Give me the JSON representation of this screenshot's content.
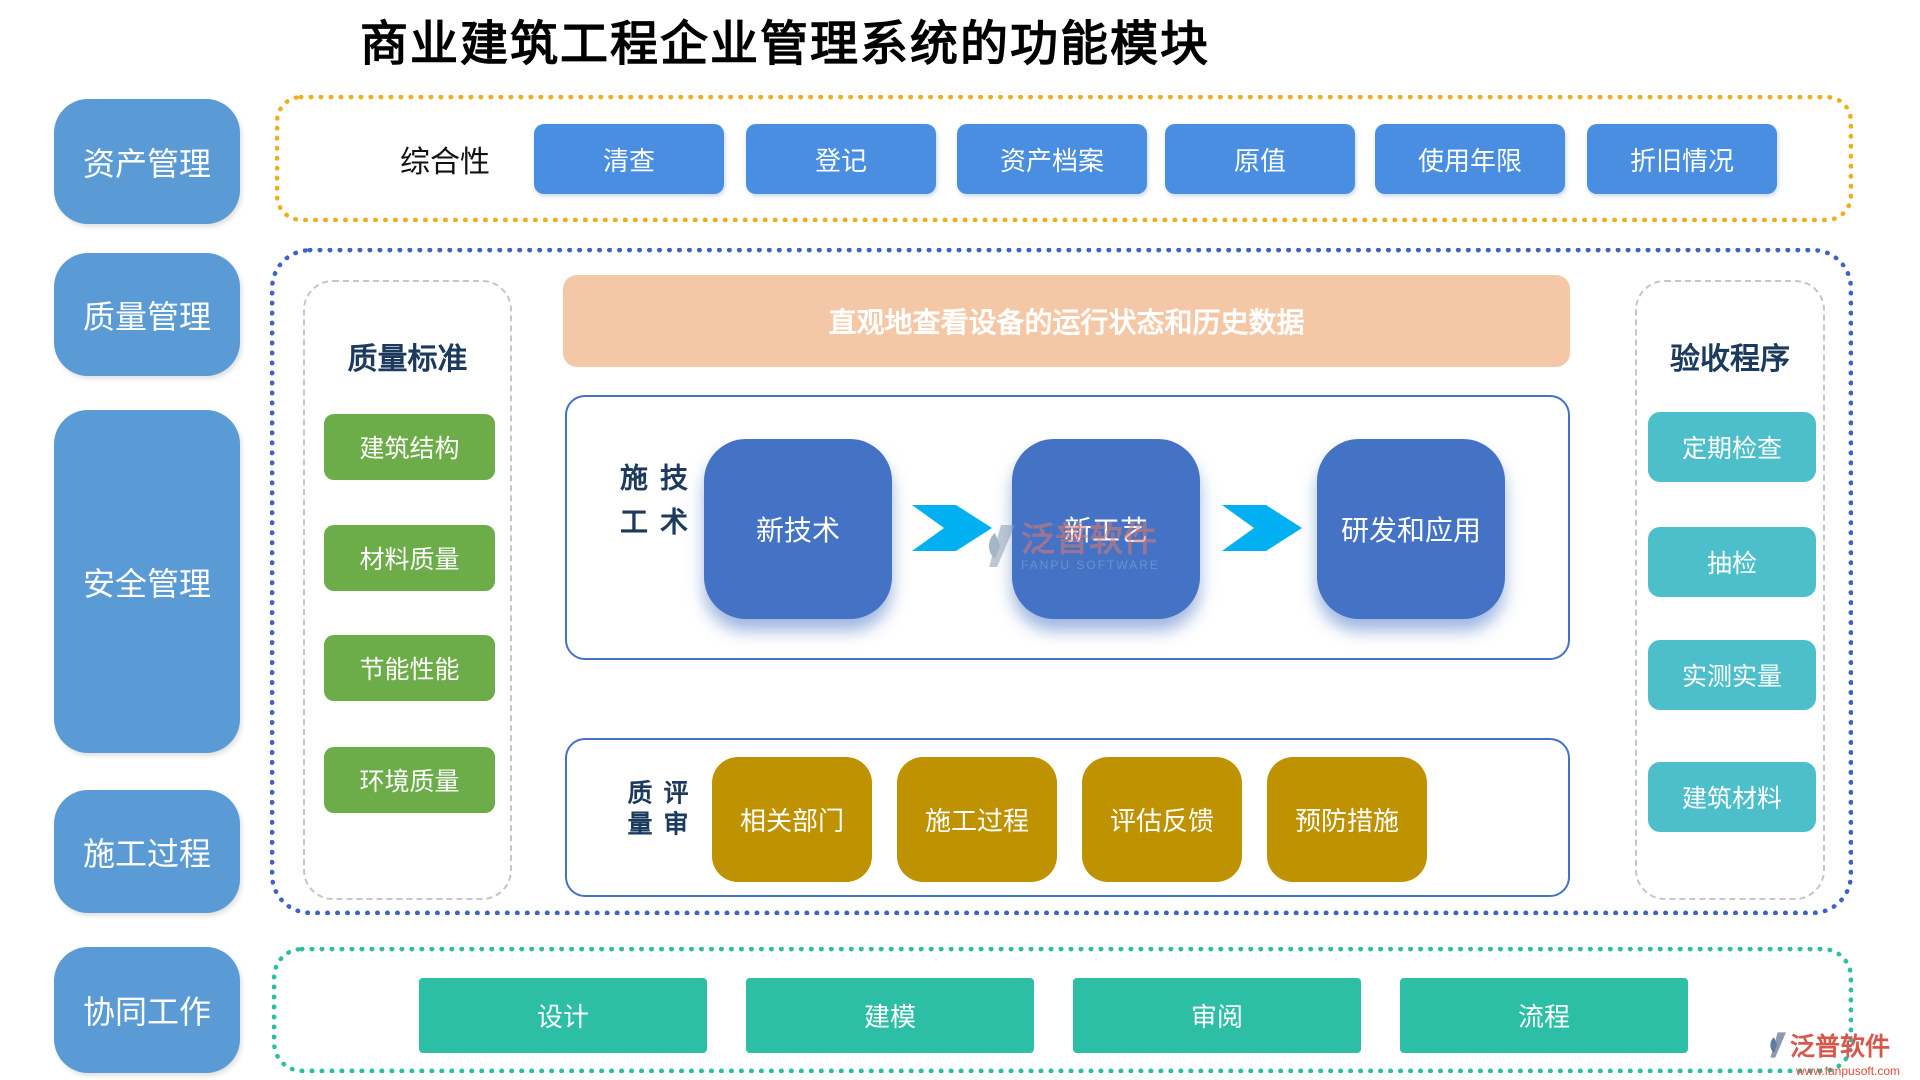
{
  "title": "商业建筑工程企业管理系统的功能模块",
  "sidebar": {
    "items": [
      "资产管理",
      "质量管理",
      "安全管理",
      "施工过程",
      "协同工作"
    ]
  },
  "asset_section": {
    "label": "综合性",
    "buttons": [
      "清查",
      "登记",
      "资产档案",
      "原值",
      "使用年限",
      "折旧情况"
    ]
  },
  "quality_section": {
    "standards": {
      "label": "质量标准",
      "items": [
        "建筑结构",
        "材料质量",
        "节能性能",
        "环境质量"
      ]
    },
    "banner": "直观地查看设备的运行状态和历史数据",
    "tech_flow": {
      "label": "施工技术",
      "steps": [
        "新技术",
        "新工艺",
        "研发和应用"
      ]
    },
    "review": {
      "label": "质量评审",
      "items": [
        "相关部门",
        "施工过程",
        "评估反馈",
        "预防措施"
      ]
    },
    "acceptance": {
      "label": "验收程序",
      "items": [
        "定期检查",
        "抽检",
        "实测实量",
        "建筑材料"
      ]
    }
  },
  "collab_section": {
    "buttons": [
      "设计",
      "建模",
      "审阅",
      "流程"
    ]
  },
  "watermark": {
    "name": "泛普软件",
    "subtitle": "FANPU SOFTWARE"
  },
  "logo": {
    "name": "泛普软件",
    "url": "www.fanpusoft.com"
  },
  "colors": {
    "sidebar_blue": "#5B9BD5",
    "asset_button_blue": "#4A8EE1",
    "flow_step_blue": "#4472C4",
    "arrow_blue": "#00B0F0",
    "standards_green": "#6CAC49",
    "review_gold": "#BE9200",
    "acceptance_teal": "#4DBFCA",
    "collab_teal": "#2DBFA5",
    "banner_peach": "#F4C8A6",
    "border_yellow": "#EDAF1F",
    "border_blue": "#3D63C5",
    "border_teal": "#2ABFA3"
  }
}
